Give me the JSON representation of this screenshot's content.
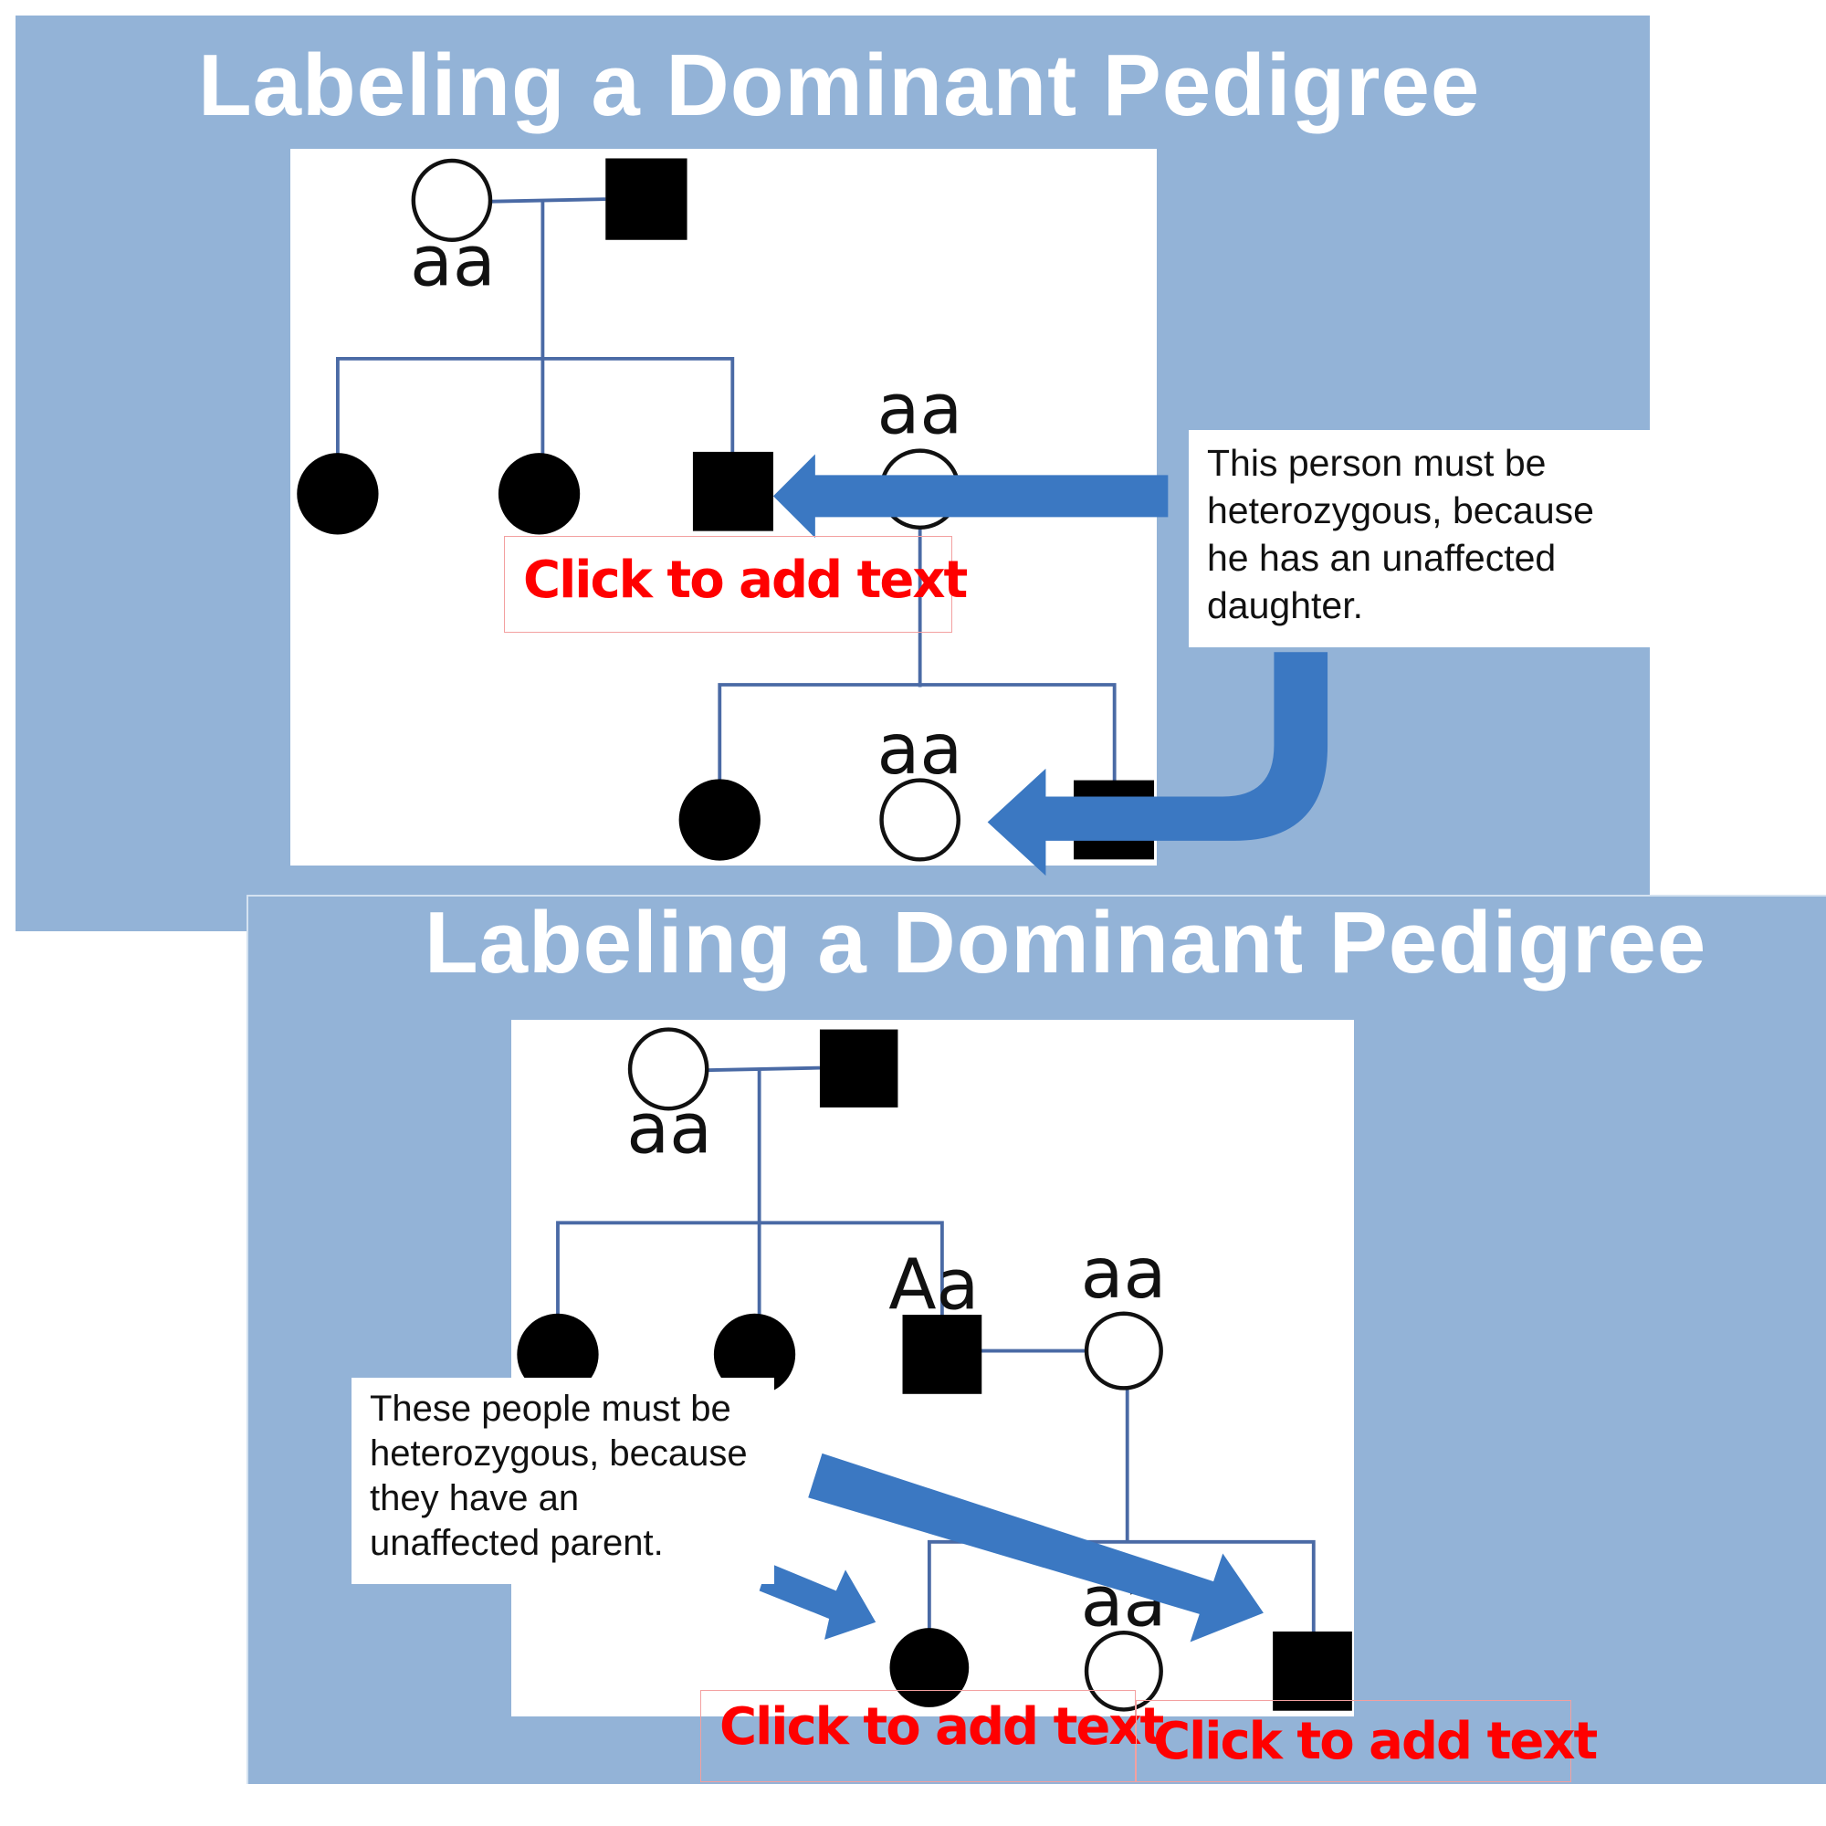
{
  "slides": [
    {
      "title": "Labeling a Dominant Pedigree",
      "note_lines": [
        "This person must be",
        "heterozygous, because",
        "he has an unaffected",
        "daughter."
      ],
      "placeholders": [
        "Click to add text"
      ],
      "genotypes": {
        "gen1_mother": "aa",
        "gen2_spouse": "aa",
        "gen3_daughter": "aa"
      }
    },
    {
      "title": "Labeling a Dominant Pedigree",
      "note_lines": [
        "These people must be",
        "heterozygous, because",
        "they have an",
        "unaffected parent."
      ],
      "placeholders": [
        "Click to add text",
        "Click to add text"
      ],
      "genotypes": {
        "gen1_mother": "aa",
        "gen2_son": "Aa",
        "gen2_spouse": "aa",
        "gen3_daughter": "aa"
      }
    }
  ],
  "colors": {
    "slide_bg": "#93b3d7",
    "arrow": "#3b78c2",
    "line": "#4a6aa5",
    "placeholder_text": "#ff0000"
  }
}
